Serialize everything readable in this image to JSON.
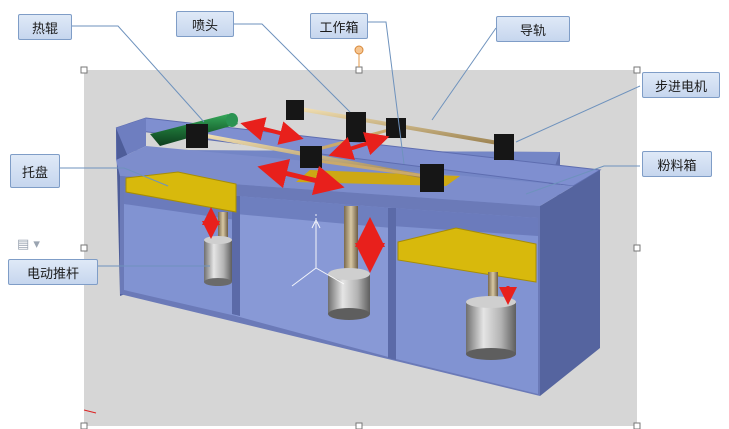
{
  "labels": {
    "hot_roller": "热辊",
    "nozzle": "喷头",
    "work_box": "工作箱",
    "guide_rail": "导轨",
    "stepper_motor": "步进电机",
    "tray": "托盘",
    "powder_box": "粉料箱",
    "electric_push_rod": "电动推杆"
  },
  "colors": {
    "box_blue": "#6b7ab8",
    "box_blue_dark": "#4f5e9c",
    "box_top": "#7f8fd0",
    "floor": "#8798d4",
    "tray_yellow": "#d8b90c",
    "arrow_red": "#e8201c",
    "roller_green": "#1f7a3c",
    "connector": "#6e92bd",
    "label_bg": "#d3e0f3",
    "canvas_gray": "#d6d6d6"
  },
  "icons": [
    "document-icon",
    "axis-gizmo-icon",
    "rotate-handle-icon"
  ]
}
